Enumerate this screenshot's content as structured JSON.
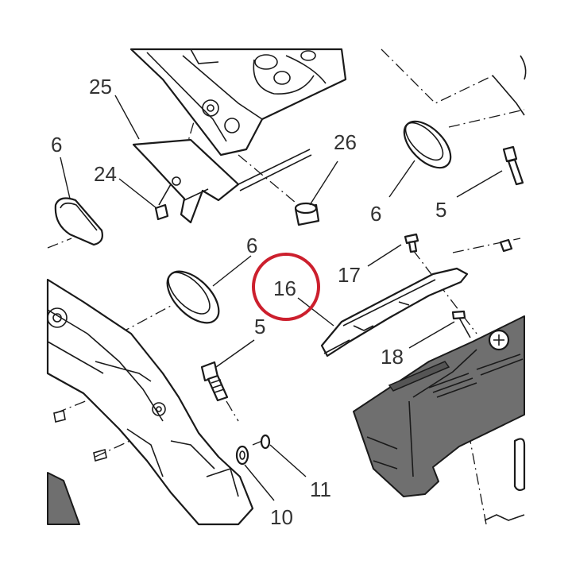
{
  "diagram": {
    "callouts": {
      "c25": "25",
      "c6a": "6",
      "c24": "24",
      "c26": "26",
      "c6b": "6",
      "c5a": "5",
      "c6c": "6",
      "c17": "17",
      "c16": "16",
      "c5b": "5",
      "c18": "18",
      "c11": "11",
      "c10": "10"
    },
    "highlight": {
      "part": "16",
      "color": "#cc1f2d"
    }
  }
}
